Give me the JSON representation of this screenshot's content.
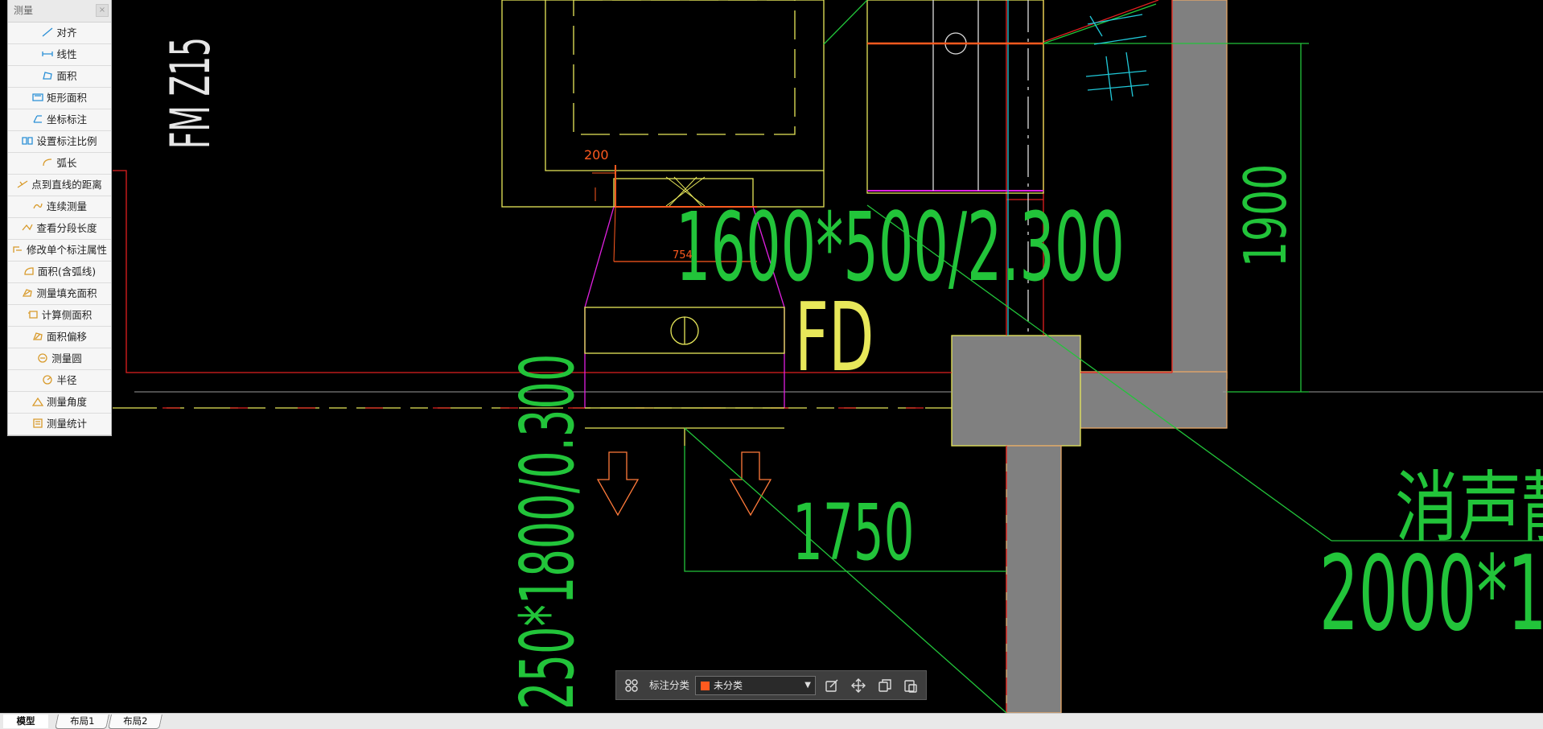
{
  "panel": {
    "title": "测量",
    "close": "×",
    "items": [
      {
        "label": "对齐",
        "icon": "aligned-dimension-icon"
      },
      {
        "label": "线性",
        "icon": "linear-dimension-icon"
      },
      {
        "label": "面积",
        "icon": "area-icon"
      },
      {
        "label": "矩形面积",
        "icon": "rectangle-area-icon"
      },
      {
        "label": "坐标标注",
        "icon": "coordinate-icon"
      },
      {
        "label": "设置标注比例",
        "icon": "scale-icon"
      },
      {
        "label": "弧长",
        "icon": "arc-length-icon"
      },
      {
        "label": "点到直线的距离",
        "icon": "point-line-distance-icon"
      },
      {
        "label": "连续测量",
        "icon": "continuous-measure-icon"
      },
      {
        "label": "查看分段长度",
        "icon": "segment-length-icon"
      },
      {
        "label": "修改单个标注属性",
        "icon": "edit-dimension-icon"
      },
      {
        "label": "面积(含弧线)",
        "icon": "arc-area-icon"
      },
      {
        "label": "测量填充面积",
        "icon": "hatch-area-icon"
      },
      {
        "label": "计算侧面积",
        "icon": "side-area-icon"
      },
      {
        "label": "面积偏移",
        "icon": "area-offset-icon"
      },
      {
        "label": "测量圆",
        "icon": "circle-measure-icon"
      },
      {
        "label": "半径",
        "icon": "radius-icon"
      },
      {
        "label": "测量角度",
        "icon": "angle-icon"
      },
      {
        "label": "测量统计",
        "icon": "statistics-icon"
      }
    ]
  },
  "drawing": {
    "label_fm": "FM Z15",
    "label_1600": "1600*500/2.300",
    "label_fd": "FD",
    "label_1900": "1900",
    "label_1750": "1750",
    "label_duct_vertical": "250*1800/0.300",
    "label_silencer": "消声静",
    "label_2000": "2000*1",
    "dim_200": "200",
    "dim_754": "754"
  },
  "toolbar": {
    "category_label": "标注分类",
    "category_value": "未分类",
    "category_color": "#ff5a1f"
  },
  "tabs": [
    {
      "label": "模型",
      "active": true
    },
    {
      "label": "布局1",
      "active": false
    },
    {
      "label": "布局2",
      "active": false
    }
  ],
  "colors": {
    "background": "#000000",
    "yellow": "#e8e85a",
    "green": "#22c43a",
    "red": "#e02020",
    "magenta": "#e020e0",
    "cyan": "#20c8d8",
    "orange": "#ff5a1f",
    "gray_wall": "#808080"
  }
}
